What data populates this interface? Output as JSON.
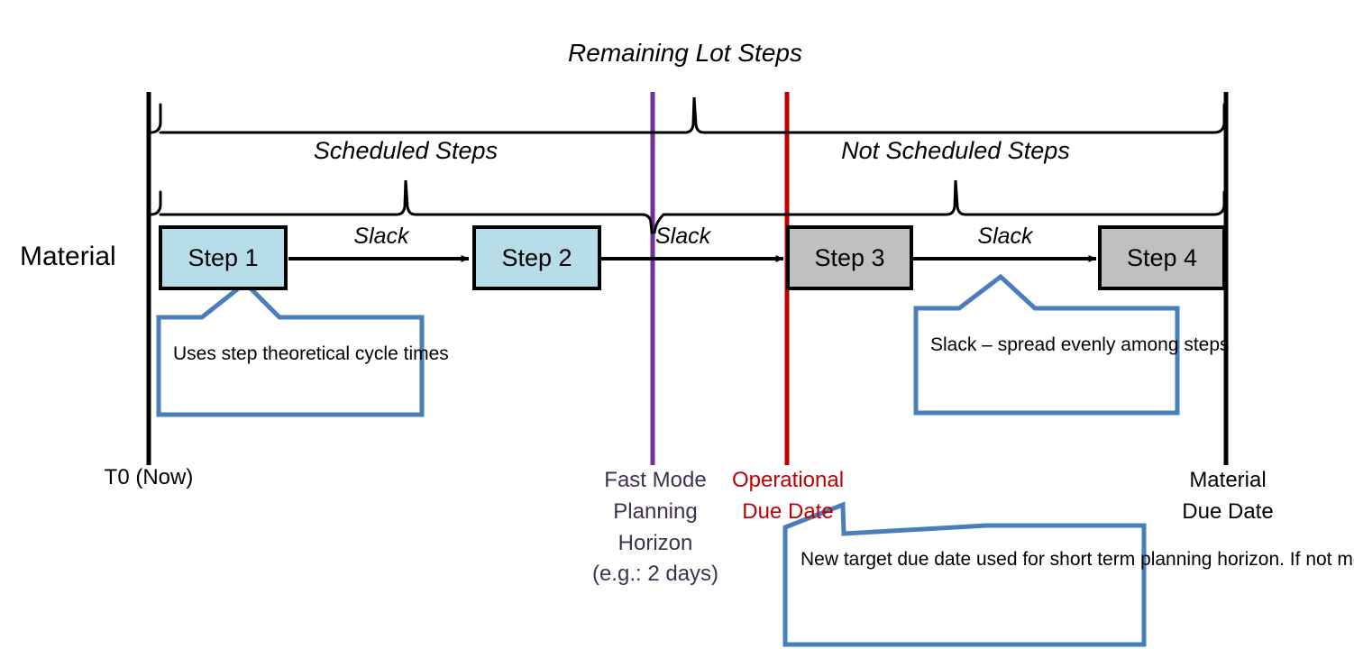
{
  "diagram": {
    "title": "Remaining Lot Steps",
    "row_label": "Material",
    "braces": [
      {
        "key": "scheduled",
        "label": "Scheduled Steps"
      },
      {
        "key": "not_scheduled",
        "label": "Not Scheduled Steps"
      }
    ],
    "steps": [
      {
        "label": "Step 1",
        "fill": "#B6DDE8",
        "scheduled": true
      },
      {
        "label": "Step 2",
        "fill": "#B6DDE8",
        "scheduled": true
      },
      {
        "label": "Step 3",
        "fill": "#C0C0C0",
        "scheduled": false
      },
      {
        "label": "Step 4",
        "fill": "#C0C0C0",
        "scheduled": false
      }
    ],
    "slack_labels": [
      "Slack",
      "Slack",
      "Slack"
    ],
    "milestones": [
      {
        "key": "t0",
        "label": "T0 (Now)",
        "color": "#000000"
      },
      {
        "key": "fast_mode",
        "label": "Fast Mode\nPlanning\nHorizon\n(e.g.: 2 days)",
        "color": "#3F3151"
      },
      {
        "key": "operational_due_date",
        "label": "Operational\nDue Date",
        "color": "#C00000"
      },
      {
        "key": "material_due_date",
        "label": "Material\nDue Date",
        "color": "#000000"
      }
    ],
    "callouts": [
      {
        "key": "theoretical",
        "text": "Uses step theoretical cycle times"
      },
      {
        "key": "slack_spread",
        "text": "Slack – spread evenly among steps"
      },
      {
        "key": "new_target",
        "text": "New target due date used for short term planning horizon. If not met, due date is at risk."
      }
    ],
    "colors": {
      "step_blue": "#B6DDE8",
      "step_gray": "#C0C0C0",
      "callout_border": "#4A7EBB",
      "fast_mode_line": "#7030A0",
      "due_date_line": "#C00000",
      "timeline_black": "#000000"
    }
  }
}
